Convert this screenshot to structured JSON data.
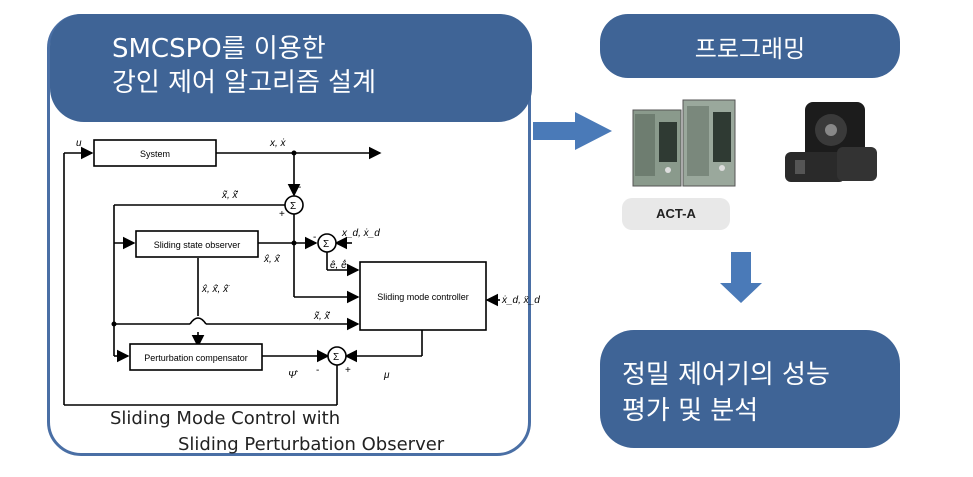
{
  "design_panel": {
    "title_line1": "SMCSPO를 이용한",
    "title_line2": "강인 제어 알고리즘 설계"
  },
  "block_diagram": {
    "blocks": {
      "system": "System",
      "observer": "Sliding state observer",
      "controller": "Sliding mode controller",
      "compensator": "Perturbation compensator"
    },
    "signals": {
      "u": "u",
      "x_xdot": "x, ẋ",
      "x_tilde_top": "x̃, x̃̇",
      "x_hat": "x̂, x̂̇",
      "x_hat_all": "x̂, x̂̇, x̂̈",
      "x_tilde_mid": "x̃, x̃̇",
      "xd": "x_d, ẋ_d",
      "e": "ê, ê̇",
      "xd_ctrl": "ẋ_d, ẍ_d",
      "psi_hat": "Ψ̂",
      "mu": "μ",
      "minus": "-",
      "plus": "+",
      "sum": "Σ"
    },
    "caption_line1": "Sliding Mode Control with",
    "caption_line2": "Sliding Perturbation Observer"
  },
  "programming": {
    "title": "프로그래밍",
    "device_label": "ACT-A"
  },
  "result": {
    "line1": "정밀 제어기의 성능",
    "line2": "평가 및 분석"
  },
  "colors": {
    "pill": "#3f6496",
    "panel_border": "#4a6fa5",
    "arrow": "#4a7ab8"
  }
}
